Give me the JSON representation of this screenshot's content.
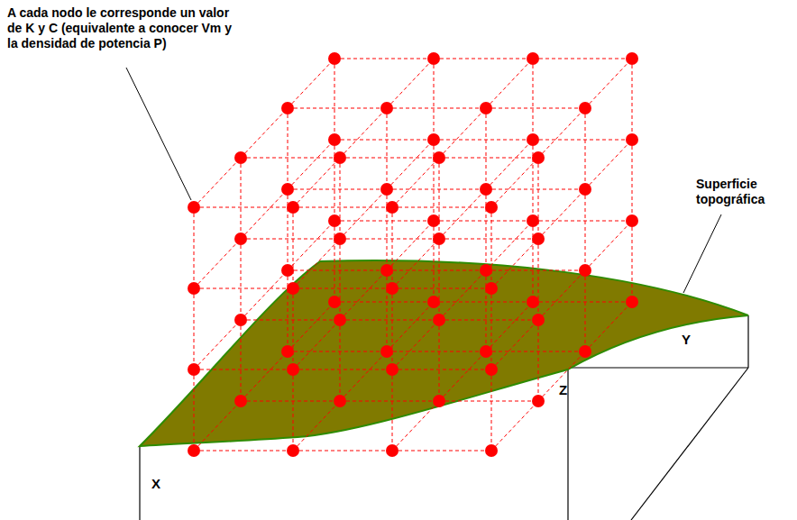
{
  "diagram": {
    "labels": [
      "A cada nodo le corresponde un valor de K y C (equivalente a conocer Vm y la densidad de potencia P)",
      "Superficie topográfica",
      "X",
      "Y",
      "Z"
    ]
  }
}
